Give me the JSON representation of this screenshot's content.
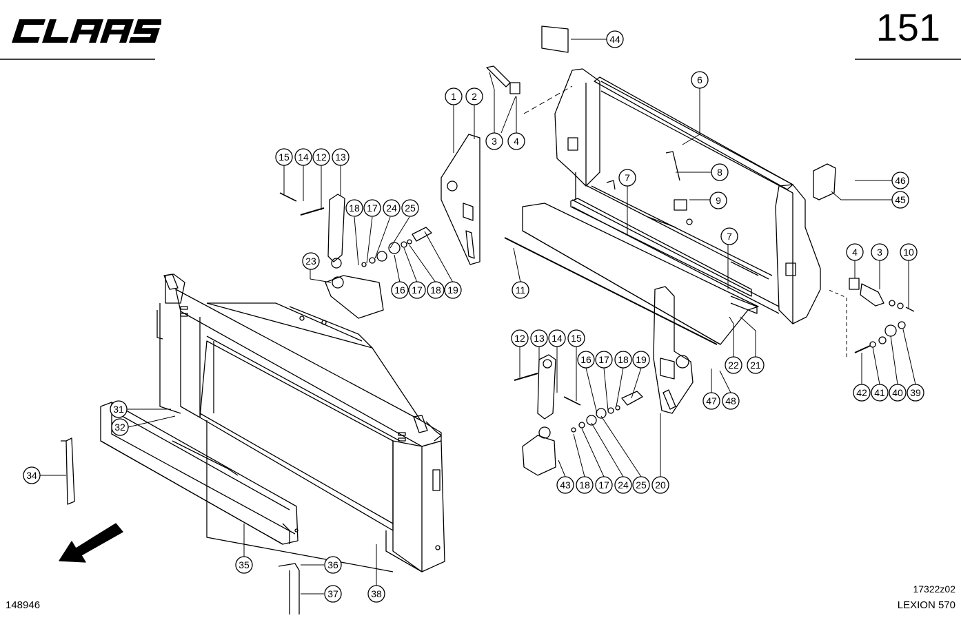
{
  "header": {
    "brand": "CLAAS",
    "page_number": "151"
  },
  "footer": {
    "document_number": "148946",
    "drawing_reference": "17322z02",
    "model": "LEXION 570"
  },
  "callouts": [
    "1",
    "2",
    "3",
    "4",
    "44",
    "6",
    "15",
    "14",
    "12",
    "13",
    "18",
    "17",
    "24",
    "25",
    "8",
    "9",
    "7",
    "7",
    "46",
    "45",
    "23",
    "16",
    "17",
    "18",
    "19",
    "11",
    "4",
    "3",
    "10",
    "22",
    "21",
    "12",
    "13",
    "14",
    "15",
    "16",
    "17",
    "18",
    "19",
    "42",
    "41",
    "40",
    "39",
    "47",
    "48",
    "31",
    "32",
    "43",
    "18",
    "17",
    "24",
    "25",
    "20",
    "34",
    "35",
    "36",
    "37",
    "38"
  ]
}
